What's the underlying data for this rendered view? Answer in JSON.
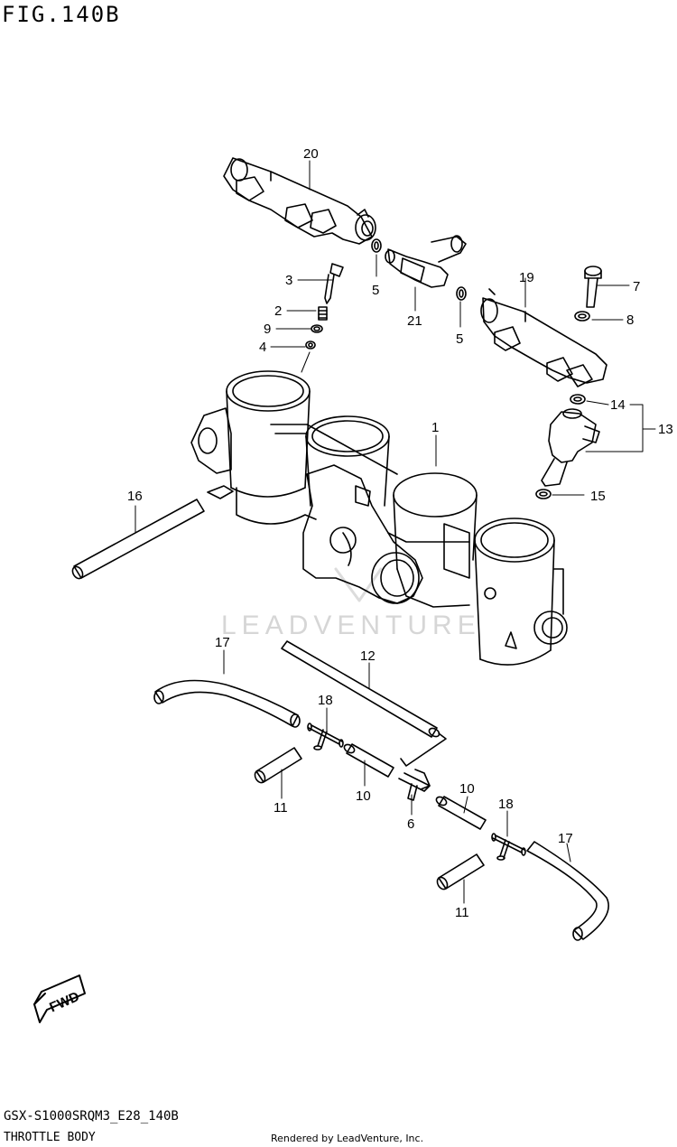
{
  "figure": {
    "title": "FIG.140B",
    "model_code": "GSX-S1000SRQM3_E28_140B",
    "section_name": "THROTTLE BODY",
    "rendered_by": "Rendered by LeadVenture, Inc.",
    "watermark": "LEADVENTURE",
    "fwd_label": "FWD"
  },
  "callouts": {
    "c1": "1",
    "c2": "2",
    "c3": "3",
    "c4": "4",
    "c5a": "5",
    "c5b": "5",
    "c6": "6",
    "c7": "7",
    "c8": "8",
    "c9": "9",
    "c10a": "10",
    "c10b": "10",
    "c11a": "11",
    "c11b": "11",
    "c12": "12",
    "c13": "13",
    "c14": "14",
    "c15": "15",
    "c16": "16",
    "c17a": "17",
    "c17b": "17",
    "c18a": "18",
    "c18b": "18",
    "c19": "19",
    "c20": "20",
    "c21": "21"
  }
}
